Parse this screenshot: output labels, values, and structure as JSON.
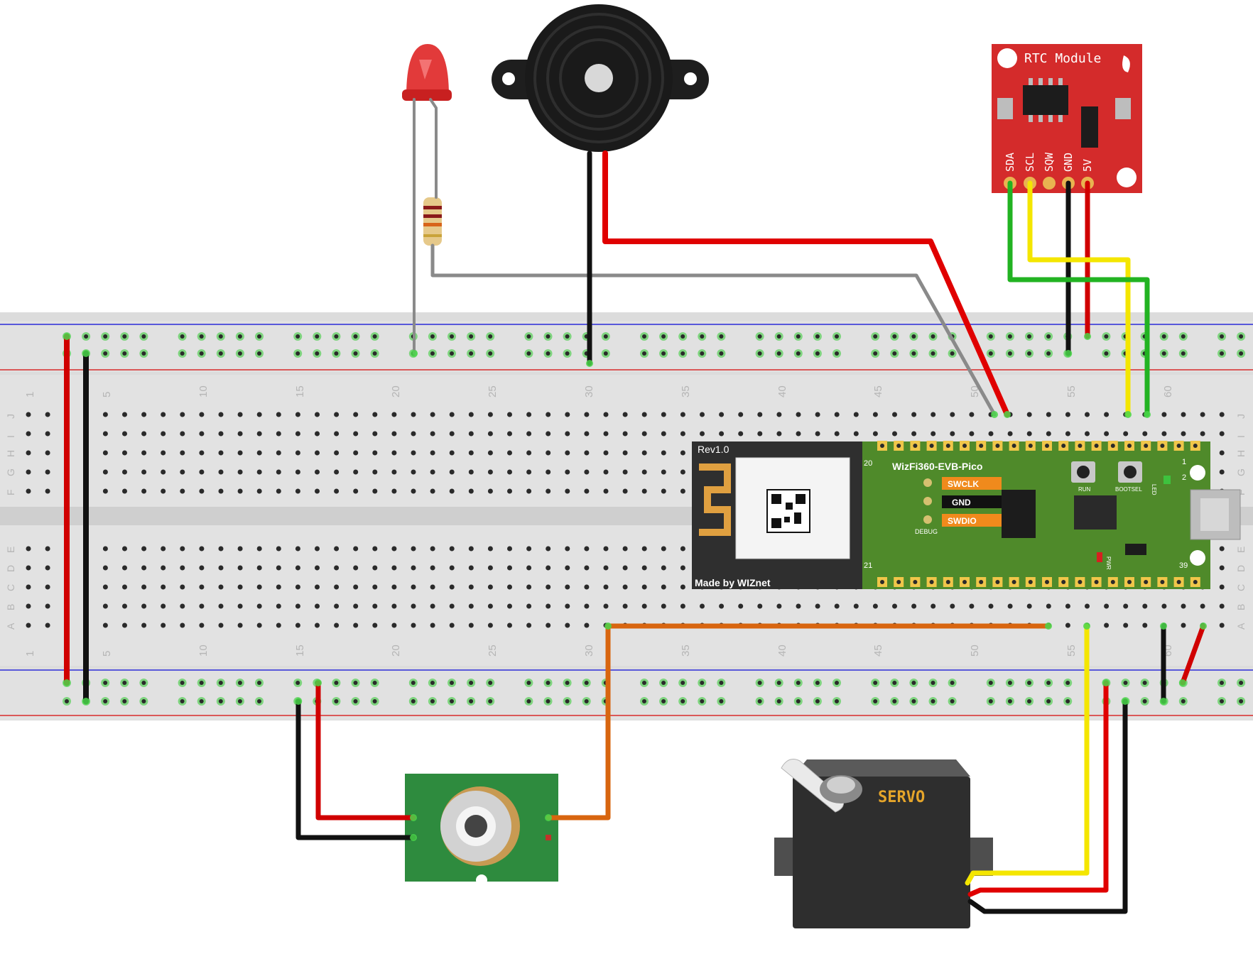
{
  "breadboard": {
    "column_numbers": [
      "1",
      "5",
      "10",
      "15",
      "20",
      "25",
      "30",
      "35",
      "40",
      "45",
      "50",
      "55",
      "60"
    ],
    "row_letters_top": [
      "J",
      "I",
      "H",
      "G",
      "F"
    ],
    "row_letters_bottom": [
      "E",
      "D",
      "C",
      "B",
      "A"
    ]
  },
  "rtc": {
    "title": "RTC Module",
    "pins": [
      "SDA",
      "SCL",
      "SQW",
      "GND",
      "5V"
    ],
    "color": "#d42b2b"
  },
  "pico": {
    "rev": "Rev1.0",
    "name": "WizFi360-EVB-Pico",
    "made_by": "Made by WIZnet",
    "swclk": "SWCLK",
    "gnd": "GND",
    "swdio": "SWDIO",
    "debug": "DEBUG",
    "run": "RUN",
    "bootsel": "BOOTSEL",
    "led": "LED",
    "pin20": "20",
    "pin21": "21",
    "pin1": "1",
    "pin2": "2",
    "pin39": "39",
    "pwr": "PWR",
    "color": "#4f8a2a"
  },
  "servo": {
    "label": "SERVO",
    "label_color": "#e5a52a"
  },
  "wire_colors": {
    "red": "#e00000",
    "black": "#111111",
    "gray": "#8a8a8a",
    "green": "#22b322",
    "yellow": "#f4e600",
    "orange": "#d8650f"
  },
  "icons": {
    "led": "red-led-icon",
    "buzzer": "piezo-buzzer-icon",
    "resistor": "resistor-icon",
    "sensor": "infrared-temperature-sensor-icon",
    "servo": "servo-motor-icon"
  }
}
